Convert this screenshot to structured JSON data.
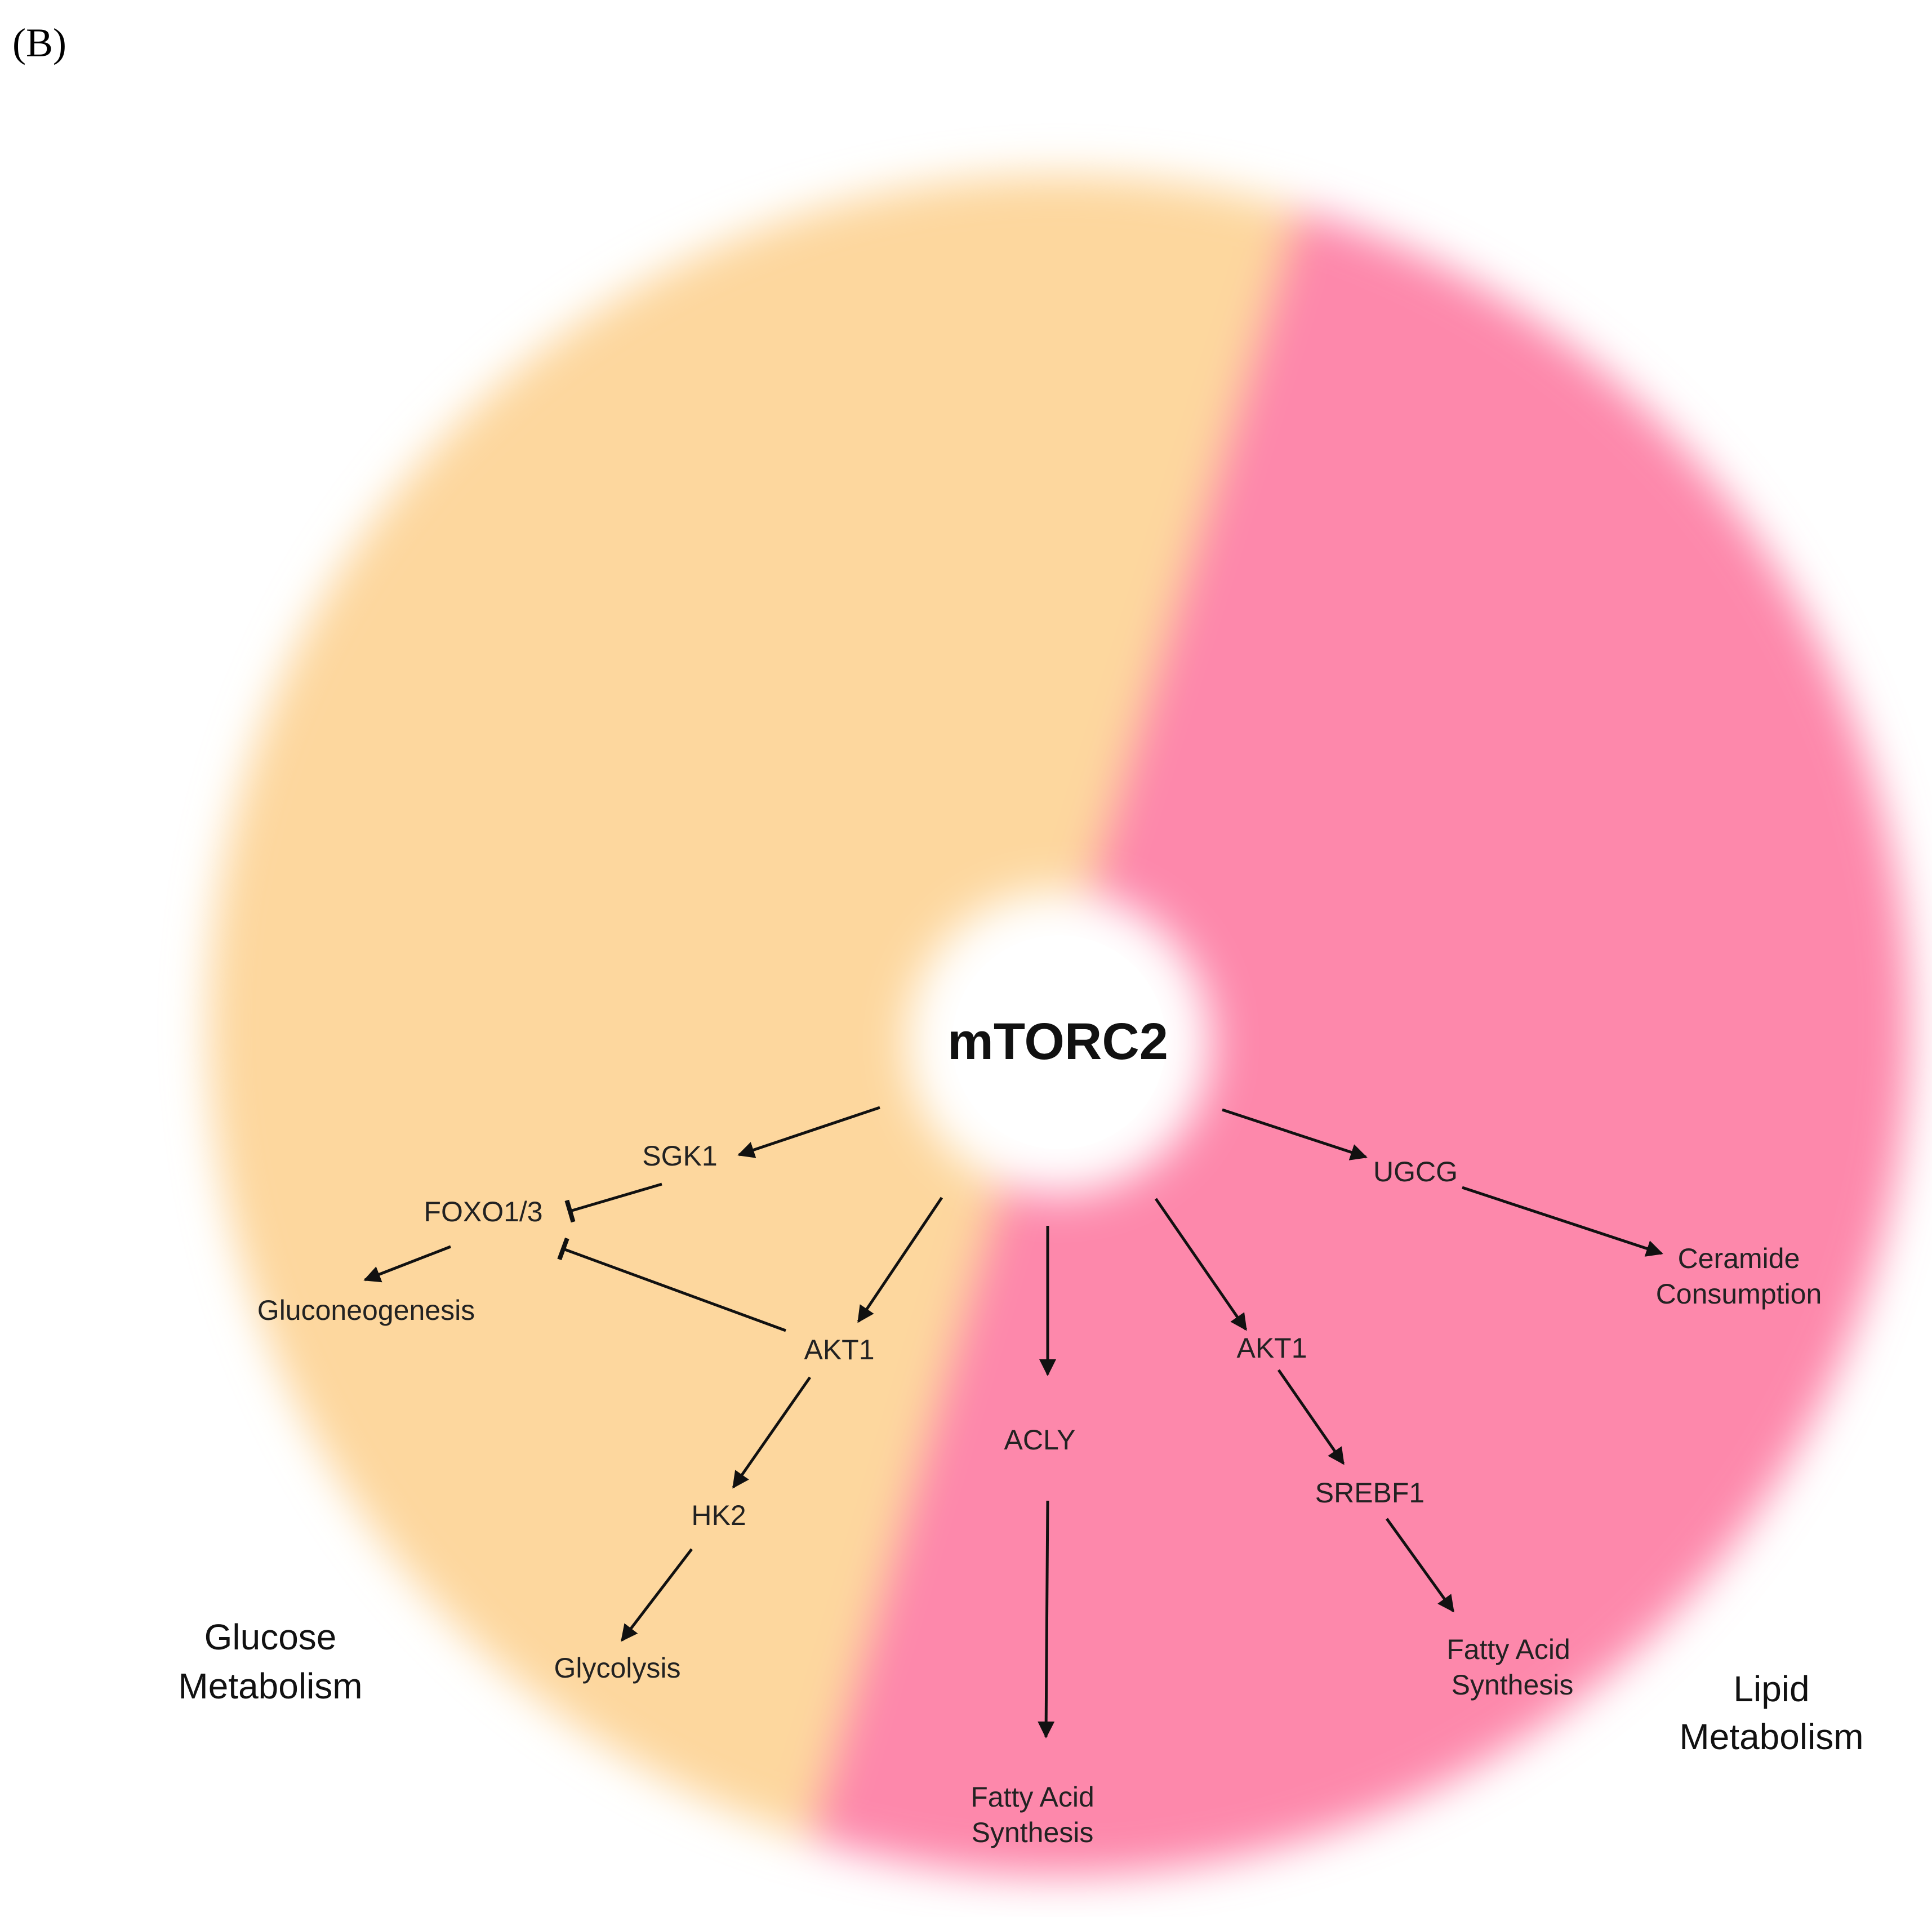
{
  "panel_label": "(B)",
  "hub": "mTORC2",
  "colors": {
    "glucose": "#fdd79e",
    "lipid": "#fd88ab",
    "edge": "#111111"
  },
  "regions": {
    "glucose": [
      "Glucose",
      "Metabolism"
    ],
    "lipid": [
      "Lipid",
      "Metabolism"
    ]
  },
  "nodes": {
    "sgk1": "SGK1",
    "foxo": "FOXO1/3",
    "gluconeogenesis": "Gluconeogenesis",
    "akt1_left": "AKT1",
    "hk2": "HK2",
    "glycolysis": "Glycolysis",
    "acly": "ACLY",
    "fas_center": [
      "Fatty Acid",
      "Synthesis"
    ],
    "akt1_right": "AKT1",
    "srebf1": "SREBF1",
    "fas_right": [
      "Fatty Acid",
      "Synthesis"
    ],
    "ugcg": "UGCG",
    "ceramide": [
      "Ceramide",
      "Consumption"
    ]
  },
  "edges": [
    {
      "from": "mTORC2",
      "to": "SGK1",
      "type": "activation"
    },
    {
      "from": "SGK1",
      "to": "FOXO1/3",
      "type": "inhibition"
    },
    {
      "from": "FOXO1/3",
      "to": "Gluconeogenesis",
      "type": "activation"
    },
    {
      "from": "mTORC2",
      "to": "AKT1",
      "type": "activation"
    },
    {
      "from": "AKT1",
      "to": "FOXO1/3",
      "type": "inhibition"
    },
    {
      "from": "AKT1",
      "to": "HK2",
      "type": "activation"
    },
    {
      "from": "HK2",
      "to": "Glycolysis",
      "type": "activation"
    },
    {
      "from": "mTORC2",
      "to": "ACLY",
      "type": "activation"
    },
    {
      "from": "ACLY",
      "to": "Fatty Acid Synthesis",
      "type": "activation"
    },
    {
      "from": "mTORC2",
      "to": "AKT1",
      "type": "activation"
    },
    {
      "from": "AKT1",
      "to": "SREBF1",
      "type": "activation"
    },
    {
      "from": "SREBF1",
      "to": "Fatty Acid Synthesis",
      "type": "activation"
    },
    {
      "from": "mTORC2",
      "to": "UGCG",
      "type": "activation"
    },
    {
      "from": "UGCG",
      "to": "Ceramide Consumption",
      "type": "activation"
    }
  ]
}
